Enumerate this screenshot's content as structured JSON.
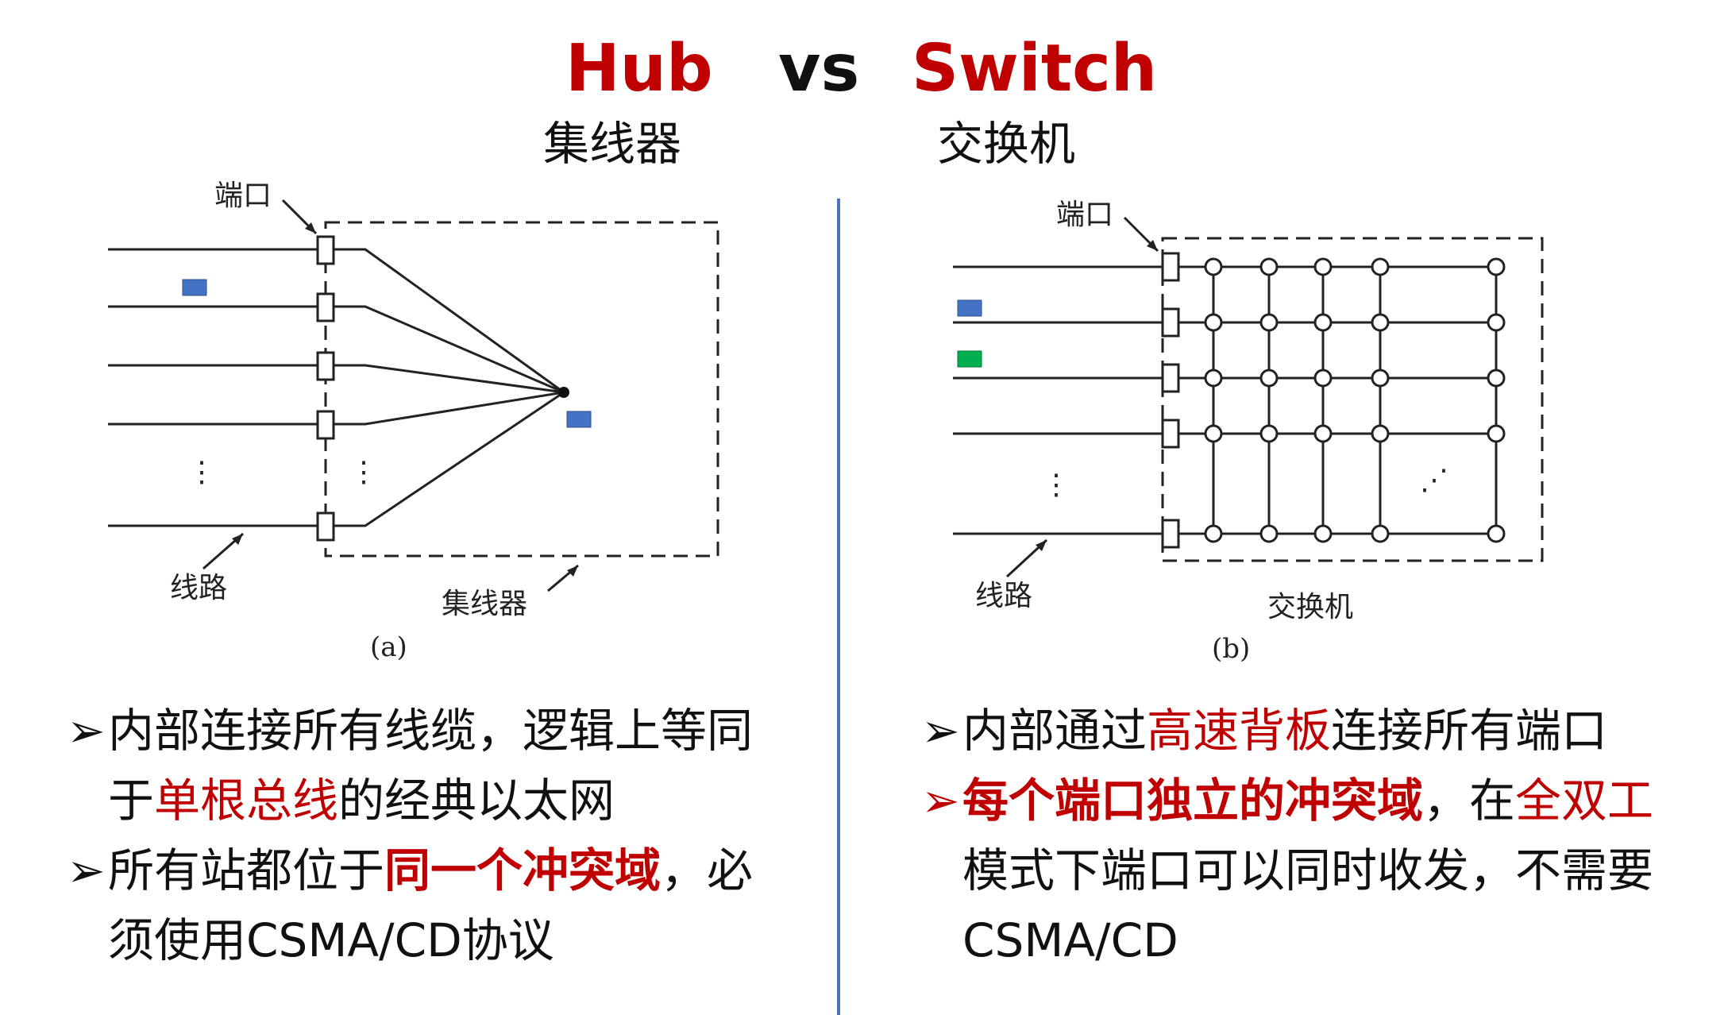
{
  "header": {
    "left_title": "Hub",
    "vs": "vs",
    "right_title": "Switch",
    "left_subtitle": "集线器",
    "right_subtitle": "交换机"
  },
  "diagram_a": {
    "port_label": "端口",
    "line_label": "线路",
    "box_label": "集线器",
    "caption": "(a)",
    "ellipsis": "⋮"
  },
  "diagram_b": {
    "port_label": "端口",
    "line_label": "线路",
    "box_label": "交换机",
    "caption": "(b)",
    "ellipsis": "⋮",
    "inner_ellipsis": "⋰"
  },
  "colors": {
    "accent_red": "#c00000",
    "divider_blue": "#4472c4",
    "frame_blue": "#4472c4",
    "frame_green": "#00b050"
  },
  "left_bullets": {
    "marker": "➢",
    "b1_part1": "内部连接所有线缆，逻辑上等同",
    "b1_part2a": "于",
    "b1_highlight": "单根总线",
    "b1_part2b": "的经典以太网",
    "b2_part1": "所有站都位于",
    "b2_highlight": "同一个冲突域",
    "b2_part2": "，必",
    "b2_part3": "须使用CSMA/CD协议"
  },
  "right_bullets": {
    "marker": "➢",
    "b1_part1": "内部通过",
    "b1_highlight": "高速背板",
    "b1_part2": "连接所有端口",
    "b2_highlight": "每个端口独立的冲突域",
    "b2_part1": "，在",
    "b2_highlight2": "全双工",
    "b2_part2": "模式下端口可以同时收发，不需要",
    "b2_part3": "CSMA/CD"
  }
}
